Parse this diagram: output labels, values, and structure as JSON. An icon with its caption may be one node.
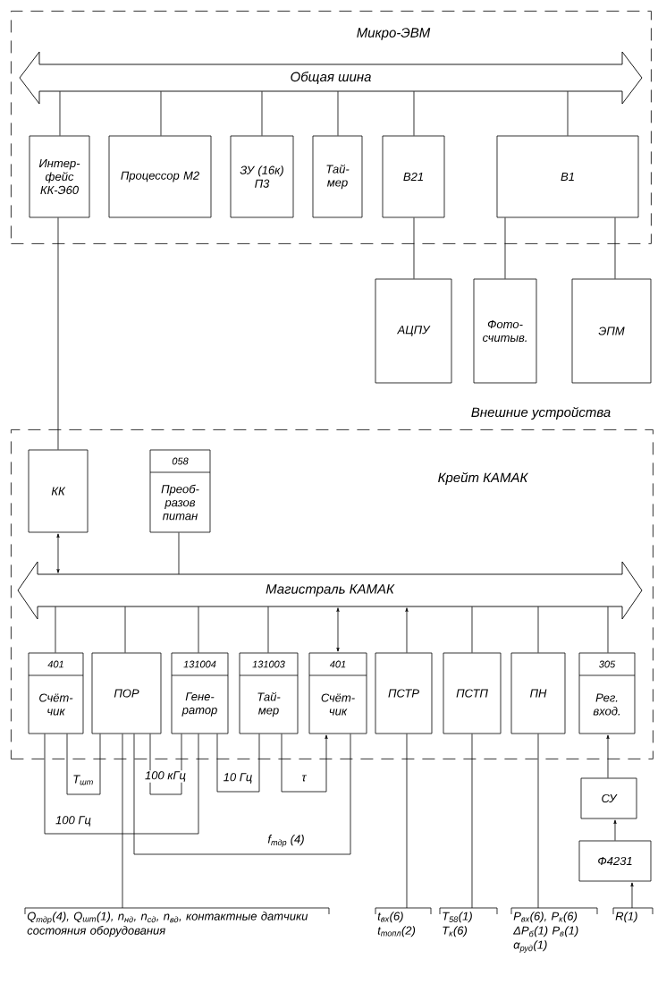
{
  "diagram": {
    "nodes": [
      {
        "text": [
          "Микро-ЭВМ"
        ]
      },
      {
        "text": [
          "Общая шина"
        ],
        "in": 0
      },
      {
        "text": [
          "Интер- фейс КК-Э60"
        ],
        "in": 0
      },
      {
        "text": [
          "Процессор М2"
        ],
        "in": 0
      },
      {
        "text": [
          "ЗУ (16к) П3"
        ],
        "in": 0
      },
      {
        "text": [
          "Тай- мер"
        ],
        "in": 0
      },
      {
        "text": [
          "В21"
        ],
        "in": 0
      },
      {
        "text": [
          "В1"
        ],
        "in": 0
      },
      {
        "text": [
          "АЦПУ"
        ]
      },
      {
        "text": [
          "Фото- считыв."
        ]
      },
      {
        "text": [
          "ЭПМ"
        ]
      },
      {
        "text": [
          "Крейт КАМАК"
        ]
      },
      {
        "text": [
          "КК"
        ],
        "in": 11
      },
      {
        "text": [
          "058",
          "Преоб- разов питан"
        ],
        "in": 11
      },
      {
        "text": [
          "Магистраль КАМАК"
        ],
        "in": 11
      },
      {
        "text": [
          "401",
          "Счёт- чик"
        ],
        "in": 11
      },
      {
        "text": [
          "ПОР"
        ],
        "in": 11
      },
      {
        "text": [
          "131004",
          "Гене- ратор"
        ],
        "in": 11
      },
      {
        "text": [
          "131003",
          "Тай- мер"
        ],
        "in": 11
      },
      {
        "text": [
          "401",
          "Счёт- чик"
        ],
        "in": 11
      },
      {
        "text": [
          "ПСТР"
        ],
        "in": 11
      },
      {
        "text": [
          "ПСТП"
        ],
        "in": 11
      },
      {
        "text": [
          "ПН"
        ],
        "in": 11
      },
      {
        "text": [
          "305",
          "Рег. вход."
        ],
        "in": 11
      },
      {
        "text": [
          "СУ"
        ]
      },
      {
        "text": [
          "Ф4231"
        ]
      },
      {
        "text": [
          "Q$_{тдр}$(4), Q$_{шт}$(1), n$_{нд}$, n$_{сд}$, n$_{вд}$, контактные датчики состояния оборудования"
        ]
      },
      {
        "text": [
          "t$_{вх}$(6) t$_{топл}$(2)"
        ]
      },
      {
        "text": [
          "T$_{58}$(1) T$_{к}$(6)"
        ]
      },
      {
        "text": [
          "P$_{вх}$(6), P$_{к}$(6) ΔP$_{б}$(1) P$_{в}$(1) α$_{руд}$(1)"
        ]
      },
      {
        "text": [
          "R(1)"
        ]
      }
    ],
    "edges": [
      {
        "from": 1,
        "to": 2,
        "arrow": "none"
      },
      {
        "from": 1,
        "to": 3,
        "arrow": "none"
      },
      {
        "from": 1,
        "to": 4,
        "arrow": "none"
      },
      {
        "from": 1,
        "to": 5,
        "arrow": "none"
      },
      {
        "from": 1,
        "to": 6,
        "arrow": "none"
      },
      {
        "from": 1,
        "to": 7,
        "arrow": "none"
      },
      {
        "from": 2,
        "to": 12,
        "arrow": "none"
      },
      {
        "from": 6,
        "to": 8,
        "arrow": "none"
      },
      {
        "from": 7,
        "to": 9,
        "arrow": "none"
      },
      {
        "from": 7,
        "to": 10,
        "arrow": "none"
      },
      {
        "from": 12,
        "to": 14,
        "arrow": "both"
      },
      {
        "from": 13,
        "to": 14,
        "arrow": "none"
      },
      {
        "from": 14,
        "to": 15,
        "arrow": "none"
      },
      {
        "from": 14,
        "to": 16,
        "arrow": "none"
      },
      {
        "from": 14,
        "to": 17,
        "arrow": "none"
      },
      {
        "from": 14,
        "to": 18,
        "arrow": "none"
      },
      {
        "from": 14,
        "to": 19,
        "arrow": "both"
      },
      {
        "from": 20,
        "to": 14,
        "arrow": "to"
      },
      {
        "from": 14,
        "to": 21,
        "arrow": "none"
      },
      {
        "from": 14,
        "to": 22,
        "arrow": "none"
      },
      {
        "from": 14,
        "to": 23,
        "arrow": "none"
      },
      {
        "from": 15,
        "to": 16,
        "arrow": "none",
        "label": "T$_{шт}$"
      },
      {
        "from": 17,
        "to": 15,
        "arrow": "none",
        "label": "100 Гц"
      },
      {
        "from": 17,
        "to": 16,
        "arrow": "none",
        "label": "100 кГц"
      },
      {
        "from": 17,
        "to": 18,
        "arrow": "none",
        "label": "10 Гц"
      },
      {
        "from": 18,
        "to": 19,
        "arrow": "to",
        "label": "τ"
      },
      {
        "from": 16,
        "to": 19,
        "arrow": "none",
        "label": "f$_{тдр}$ (4)"
      },
      {
        "from": 16,
        "to": 26,
        "arrow": "none"
      },
      {
        "from": 20,
        "to": 27,
        "arrow": "none"
      },
      {
        "from": 21,
        "to": 28,
        "arrow": "none"
      },
      {
        "from": 22,
        "to": 29,
        "arrow": "none"
      },
      {
        "from": 30,
        "to": 25,
        "arrow": "to"
      },
      {
        "from": 25,
        "to": 24,
        "arrow": "to"
      },
      {
        "from": 24,
        "to": 23,
        "arrow": "to"
      }
    ],
    "labels": [
      "Внешние устройства"
    ]
  }
}
